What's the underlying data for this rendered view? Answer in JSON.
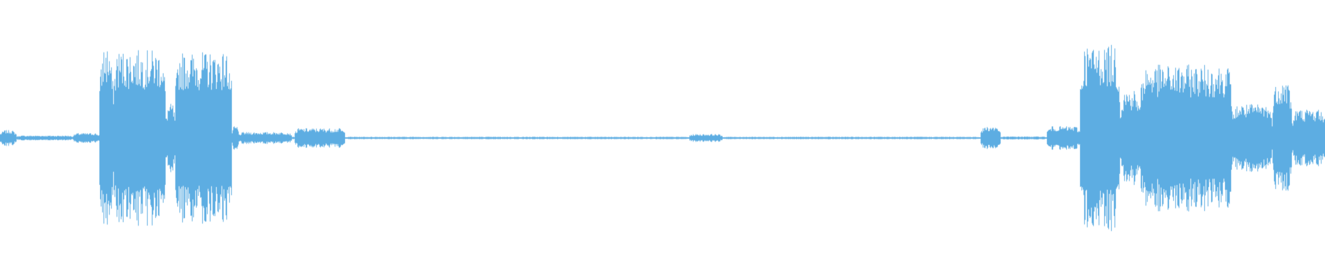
{
  "waveform": {
    "color": "#5DADE2",
    "background": "#FFFFFF",
    "segments": [
      {
        "start": 0.0,
        "end": 0.012,
        "amp": 0.08
      },
      {
        "start": 0.012,
        "end": 0.055,
        "amp": 0.025
      },
      {
        "start": 0.055,
        "end": 0.075,
        "amp": 0.05
      },
      {
        "start": 0.075,
        "end": 0.085,
        "amp": 0.95
      },
      {
        "start": 0.085,
        "end": 0.125,
        "amp": 0.9
      },
      {
        "start": 0.125,
        "end": 0.132,
        "amp": 0.35
      },
      {
        "start": 0.132,
        "end": 0.175,
        "amp": 0.88
      },
      {
        "start": 0.175,
        "end": 0.18,
        "amp": 0.12
      },
      {
        "start": 0.18,
        "end": 0.22,
        "amp": 0.06
      },
      {
        "start": 0.222,
        "end": 0.26,
        "amp": 0.1
      },
      {
        "start": 0.26,
        "end": 0.52,
        "amp": 0.012
      },
      {
        "start": 0.52,
        "end": 0.545,
        "amp": 0.04
      },
      {
        "start": 0.545,
        "end": 0.74,
        "amp": 0.012
      },
      {
        "start": 0.74,
        "end": 0.755,
        "amp": 0.12
      },
      {
        "start": 0.755,
        "end": 0.79,
        "amp": 0.015
      },
      {
        "start": 0.79,
        "end": 0.815,
        "amp": 0.12
      },
      {
        "start": 0.815,
        "end": 0.845,
        "amp": 0.95
      },
      {
        "start": 0.845,
        "end": 0.86,
        "amp": 0.5
      },
      {
        "start": 0.86,
        "end": 0.93,
        "amp": 0.75
      },
      {
        "start": 0.93,
        "end": 0.96,
        "amp": 0.35
      },
      {
        "start": 0.96,
        "end": 0.975,
        "amp": 0.6
      },
      {
        "start": 0.975,
        "end": 1.0,
        "amp": 0.3
      }
    ]
  }
}
